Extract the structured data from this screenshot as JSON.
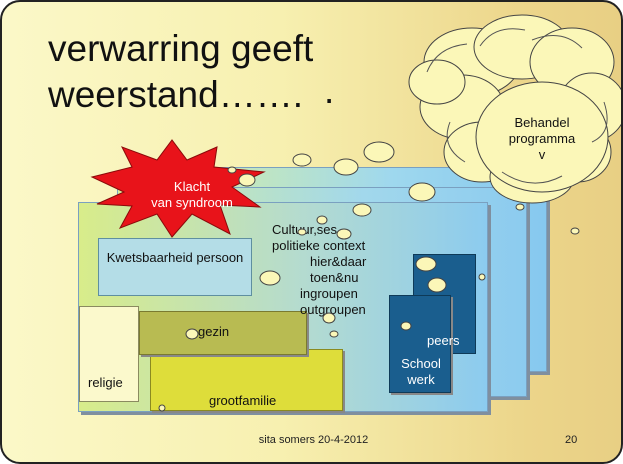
{
  "slide": {
    "title": "verwarring geeft\nweerstand…….",
    "title_extra": ".",
    "klacht_label": "Klacht\nvan syndroom",
    "kwetsbaarheid_label": "Kwetsbaarheid persoon",
    "context_lines": [
      "Cultuur,ses",
      "politieke context",
      "hier&daar",
      "toen&nu",
      "ingroupen",
      "outgroupen"
    ],
    "gezin_label": "gezin",
    "religie_label": "religie",
    "grootfamilie_label": "grootfamilie",
    "peers_label": "peers",
    "school_label": "School\nwerk",
    "behandel_label": "Behandel\nprogramma\nv",
    "footer": "sita somers 20-4-2012",
    "page_number": "20"
  },
  "colors": {
    "background": "#f7f0b0",
    "klacht_star": "#e8131a",
    "cloud": "#fbf7b8",
    "dark_blue_box": "#1a5e8e",
    "grootfamilie_box": "#dedd3a",
    "gezin_box": "#b8bb52"
  }
}
